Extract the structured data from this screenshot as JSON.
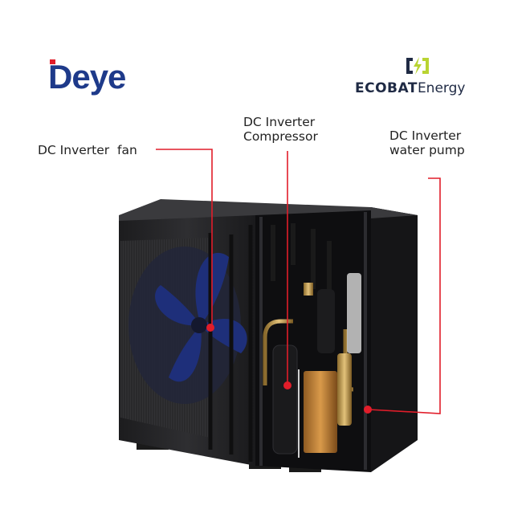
{
  "brand": {
    "logo": "Deye",
    "partner_logo_bold": "ECOBAT",
    "partner_logo_rest": "Energy"
  },
  "callouts": {
    "fan": "DC Inverter  fan",
    "compressor_line1": "DC Inverter",
    "compressor_line2": "Compressor",
    "pump_line1": "DC Inverter",
    "pump_line2": "water pump"
  },
  "colors": {
    "deye_blue": "#1e3a8a",
    "accent_red": "#e11d2a",
    "unit_body": "#2a2a2c",
    "fan_blue": "#1e2f7a",
    "ecobat_green": "#b9d432"
  },
  "icons": {
    "partner": "battery-bolt-icon"
  }
}
